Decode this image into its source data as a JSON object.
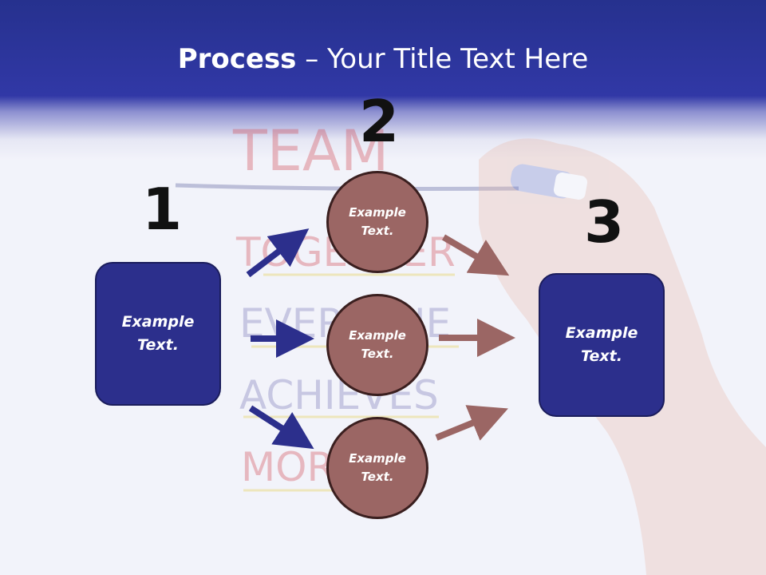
{
  "slide": {
    "title_bold": "Process",
    "title_rest": " – Your Title Text Here",
    "numbers": {
      "one": "1",
      "two": "2",
      "three": "3"
    },
    "left_box": "Example Text.",
    "right_box": "Example Text.",
    "circles": {
      "top": "Example Text.",
      "middle": "Example Text.",
      "bottom": "Example Text."
    },
    "background": {
      "words": [
        "TEAM",
        "TOGETHER",
        "EVERYONE",
        "ACHIEVES",
        "MORE"
      ]
    }
  },
  "colors": {
    "header": "#3138a6",
    "box": "#2c2f8c",
    "circle": "#9b6664",
    "arrow_blue": "#2c2f8c",
    "arrow_brown": "#9b6664"
  }
}
